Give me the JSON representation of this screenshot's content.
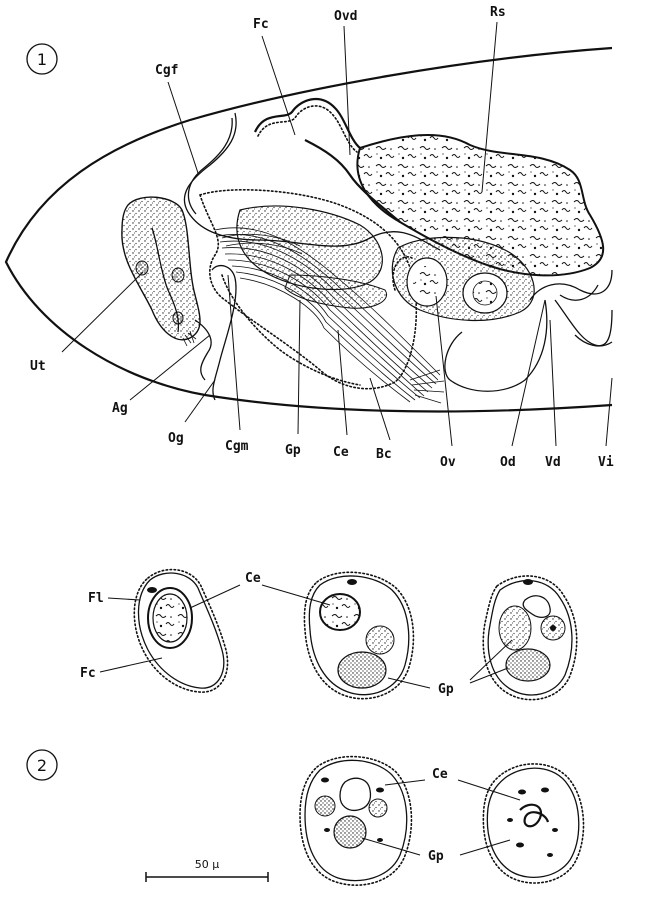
{
  "figure1": {
    "number": "1",
    "labels": {
      "Fc": "Fc",
      "Ovd": "Ovd",
      "Rs": "Rs",
      "Cgf": "Cgf",
      "Ut": "Ut",
      "Ag": "Ag",
      "Og": "Og",
      "Cgm": "Cgm",
      "Gp": "Gp",
      "Ce": "Ce",
      "Bc": "Bc",
      "Ov": "Ov",
      "Od": "Od",
      "Vd": "Vd",
      "Vi": "Vi"
    }
  },
  "figure2": {
    "number": "2",
    "labels": {
      "Fl": "Fl",
      "Fc": "Fc",
      "Ce_top": "Ce",
      "Gp_top": "Gp",
      "Ce_bottom": "Ce",
      "Gp_bottom": "Gp"
    }
  },
  "scale_bar": {
    "label": "50 μ"
  }
}
